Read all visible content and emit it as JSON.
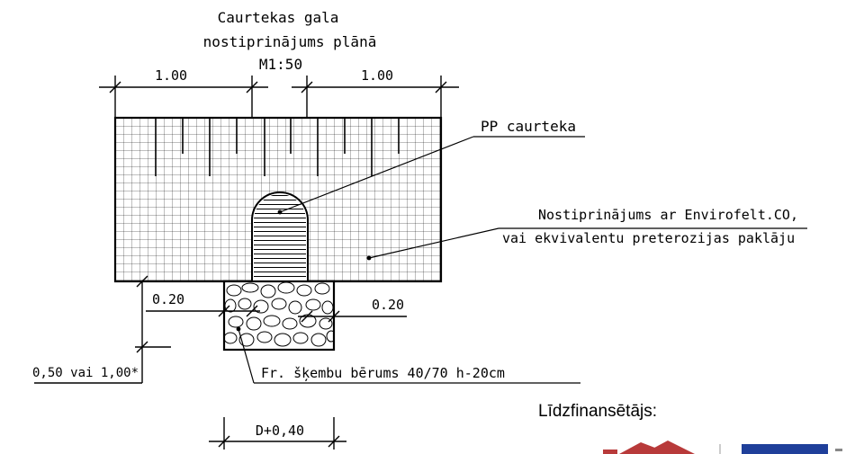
{
  "title": {
    "line1": "Caurtekas gala",
    "line2": "nostiprinājums plānā",
    "scale": "M1:50"
  },
  "dimensions": {
    "top_left": "1.00",
    "top_right": "1.00",
    "gravel_left": "0.20",
    "gravel_right": "0.20",
    "side": "0,50 vai 1,00*",
    "bottom": "D+0,40"
  },
  "labels": {
    "pipe": "PP caurteka",
    "mat_line1": "Nostiprinājums ar Envirofelt.CO,",
    "mat_line2": "vai ekvivalentu preterozijas paklāju",
    "gravel": "Fr. šķembu bērums 40/70 h-20cm"
  },
  "cofinancer": {
    "label": "Līdzfinansētājs:"
  },
  "colors": {
    "line": "#000000",
    "logo_red": "#b83a3a",
    "logo_blue": "#1f3f9a"
  }
}
